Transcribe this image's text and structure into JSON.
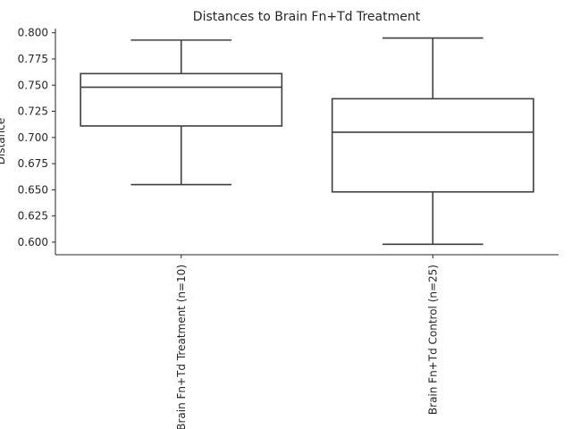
{
  "chart_data": {
    "type": "box",
    "title": "Distances to Brain Fn+Td Treatment",
    "xlabel": "",
    "ylabel": "Distance",
    "ylim": [
      0.588,
      0.804
    ],
    "yticks": [
      0.6,
      0.625,
      0.65,
      0.675,
      0.7,
      0.725,
      0.75,
      0.775,
      0.8
    ],
    "ytick_labels": [
      "0.600",
      "0.625",
      "0.650",
      "0.675",
      "0.700",
      "0.725",
      "0.750",
      "0.775",
      "0.800"
    ],
    "grid": false,
    "categories": [
      "Brain Fn+Td Treatment (n=10)",
      "Brain Fn+Td Control (n=25)"
    ],
    "boxes": [
      {
        "whisker_low": 0.655,
        "q1": 0.711,
        "median": 0.748,
        "q3": 0.761,
        "whisker_high": 0.793
      },
      {
        "whisker_low": 0.598,
        "q1": 0.648,
        "median": 0.705,
        "q3": 0.737,
        "whisker_high": 0.795
      }
    ],
    "colors": {
      "box_edge": "#3f3f3f",
      "box_fill": "#ffffff",
      "axis": "#262626"
    }
  }
}
